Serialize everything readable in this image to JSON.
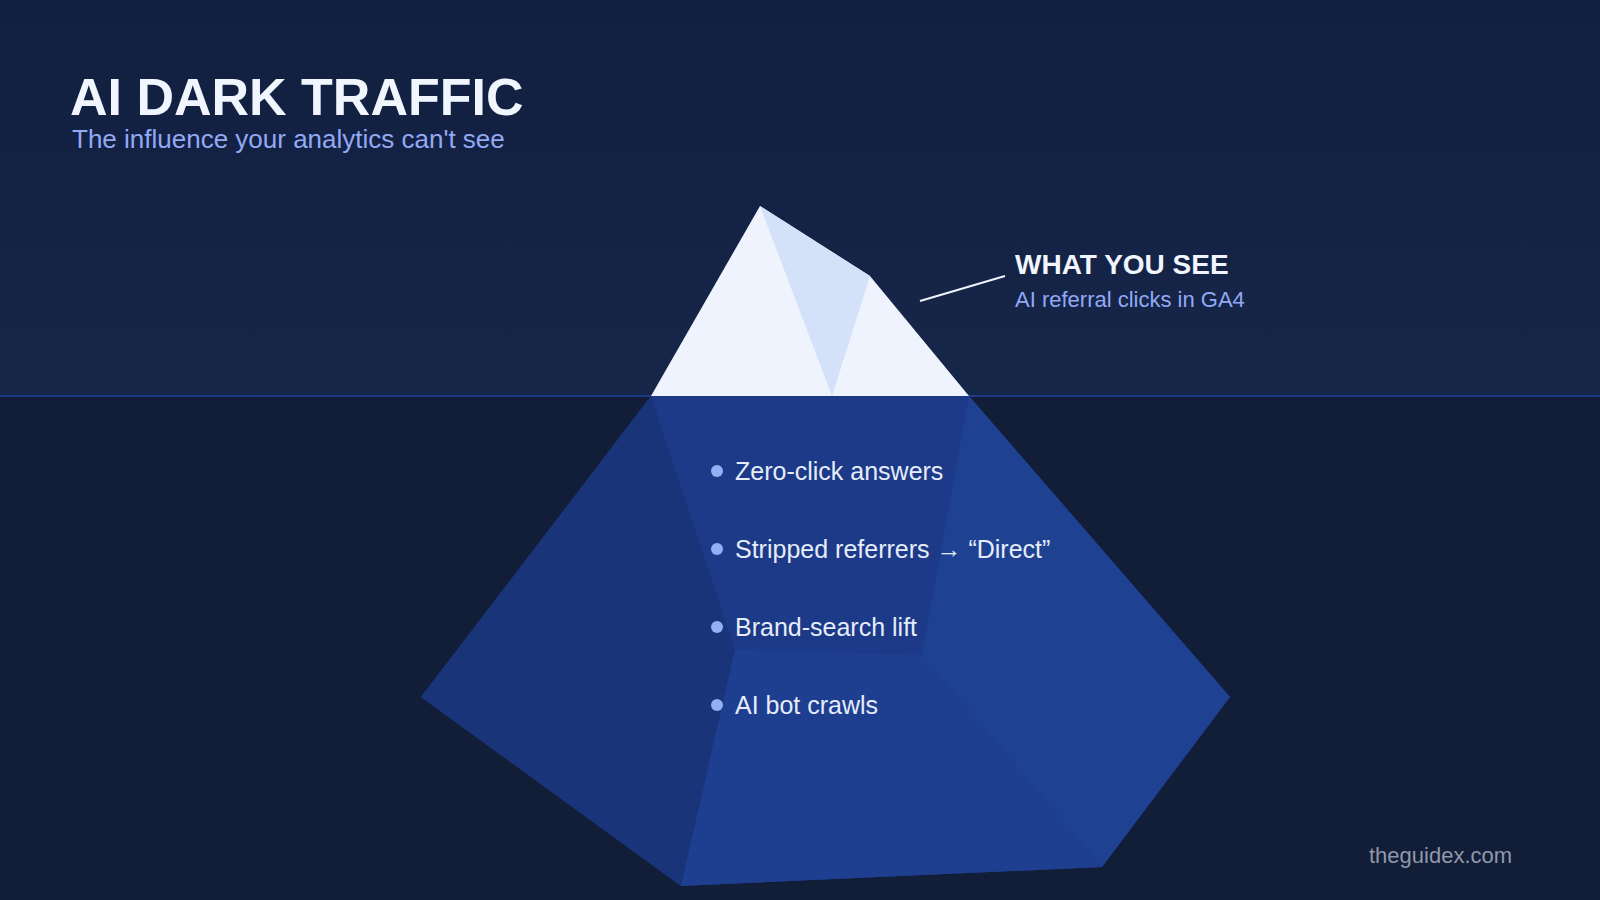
{
  "diagram": {
    "title": "AI DARK TRAFFIC",
    "caption": "The influence your analytics can't see",
    "nodes": [
      {
        "text": [
          "WHAT YOU SEE",
          "AI referral clicks in GA4"
        ]
      },
      {
        "text": [
          "Zero-click answers",
          "Stripped referrers → “Direct”",
          "Brand-search lift",
          "AI bot crawls"
        ]
      }
    ],
    "labels": [
      "theguidex.com"
    ]
  }
}
